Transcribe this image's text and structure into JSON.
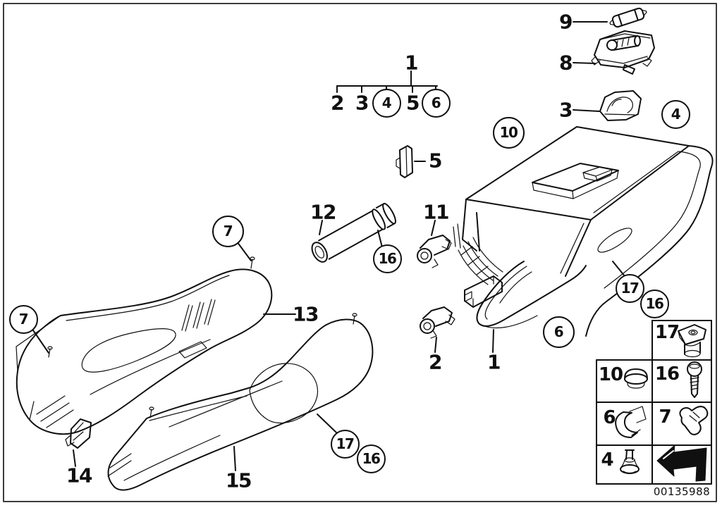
{
  "colors": {
    "ink": "#101010",
    "frame": "#3d3d3d",
    "paper": "#ffffff"
  },
  "drawing_number": "00135988",
  "callouts": {
    "plain": [
      {
        "text": "1"
      },
      {
        "text": "2"
      },
      {
        "text": "3"
      },
      {
        "text": "5"
      },
      {
        "text": "9"
      },
      {
        "text": "8"
      },
      {
        "text": "3"
      },
      {
        "text": "5"
      },
      {
        "text": "12"
      },
      {
        "text": "11"
      },
      {
        "text": "13"
      },
      {
        "text": "2"
      },
      {
        "text": "1"
      },
      {
        "text": "14"
      },
      {
        "text": "15"
      }
    ],
    "circled": [
      {
        "text": "4"
      },
      {
        "text": "6"
      },
      {
        "text": "10"
      },
      {
        "text": "4"
      },
      {
        "text": "16"
      },
      {
        "text": "7"
      },
      {
        "text": "7"
      },
      {
        "text": "6"
      },
      {
        "text": "17"
      },
      {
        "text": "16"
      },
      {
        "text": "17"
      },
      {
        "text": "16"
      }
    ]
  },
  "legend": {
    "cells": [
      {
        "number": "17",
        "icon": "clip-nut-sleeve-icon"
      },
      {
        "number": "10",
        "icon": "cover-plug-icon"
      },
      {
        "number": "16",
        "icon": "screw-icon"
      },
      {
        "number": "6",
        "icon": "spring-clip-icon"
      },
      {
        "number": "7",
        "icon": "expanding-rivet-icon"
      },
      {
        "number": "4",
        "icon": "grommet-plug-icon"
      },
      {
        "number": "",
        "icon": "direction-arrow-icon"
      }
    ]
  }
}
